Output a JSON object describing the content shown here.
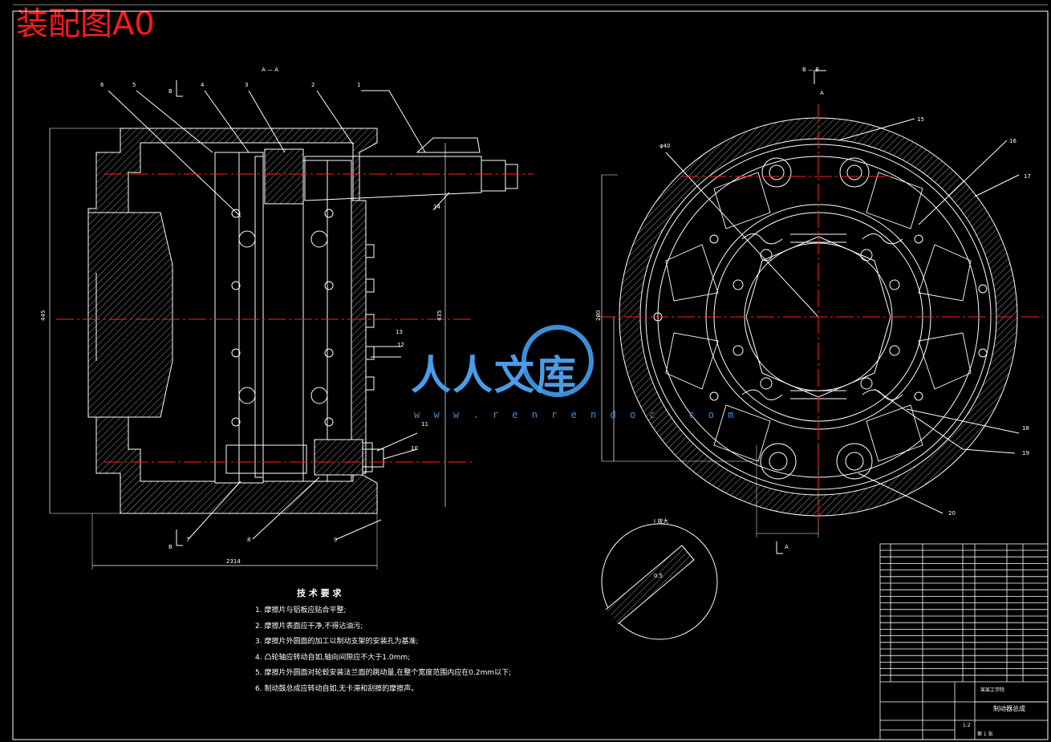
{
  "header": {
    "title": "装配图A0"
  },
  "watermark": {
    "brand_cn": "人人文库",
    "url": "w w w . r e n r e n d o c . c o m"
  },
  "section_labels": {
    "aa_top": "A — A",
    "bb_top": "B — B",
    "a_mark": "A",
    "b_mark": "B",
    "detail": "I 放大"
  },
  "part_numbers": [
    "1",
    "2",
    "3",
    "4",
    "5",
    "6",
    "7",
    "8",
    "9",
    "10",
    "11",
    "12",
    "13",
    "14",
    "15",
    "16",
    "17",
    "18",
    "19",
    "20"
  ],
  "dimensions": {
    "height_left": "445",
    "height_right": "435",
    "width_bottom": "2314",
    "detail_note": "0.5",
    "shaft_a": "φ40",
    "dia_r": "280"
  },
  "tech_requirements": {
    "title": "技 术 要 求",
    "items": [
      "1. 摩擦片与铝板应贴合平整;",
      "2. 摩擦片表面应干净,不得沾油污;",
      "3. 摩擦片外圆面的加工以制动支架的安装孔为基准;",
      "4. 凸轮轴应转动自如,轴向间隙应不大于1.0mm;",
      "5. 摩擦片外圆面对轮毂安装法兰面的跳动量,在整个宽度范围内应在0.2mm以下;",
      "6. 制动鼓总成应转动自如,无卡滞和刮擦的摩擦声。"
    ]
  },
  "title_block": {
    "name": "制动器总成",
    "school": "某某工学院",
    "scale": "1:2",
    "sheet": "第 1 张"
  }
}
